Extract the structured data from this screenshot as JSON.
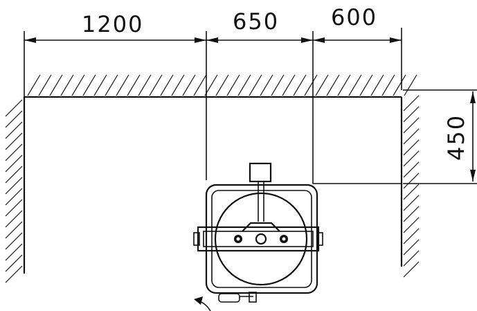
{
  "dimensions": {
    "width_left": "1200",
    "width_middle": "650",
    "width_right": "600",
    "depth_right": "450"
  },
  "colors": {
    "ink": "#111111",
    "paper": "#ffffff"
  },
  "icons": {
    "rotation_arrow": "curved-arrow-icon"
  }
}
